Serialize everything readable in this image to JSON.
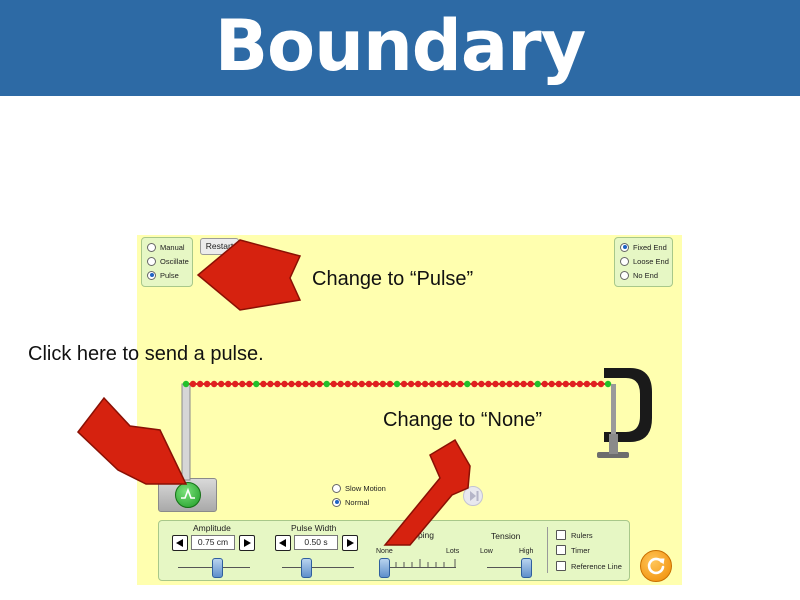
{
  "banner": {
    "title": "Boundary Conditions"
  },
  "sim": {
    "mode_options": [
      {
        "label": "Manual",
        "selected": false
      },
      {
        "label": "Oscillate",
        "selected": false
      },
      {
        "label": "Pulse",
        "selected": true
      }
    ],
    "restart_label": "Restart",
    "end_options": [
      {
        "label": "Fixed End",
        "selected": true
      },
      {
        "label": "Loose End",
        "selected": false
      },
      {
        "label": "No End",
        "selected": false
      }
    ],
    "speed_options": [
      {
        "label": "Slow Motion",
        "selected": false
      },
      {
        "label": "Normal",
        "selected": true
      }
    ],
    "controls": {
      "amplitude": {
        "label": "Amplitude",
        "value": "0.75 cm"
      },
      "pulse_width": {
        "label": "Pulse Width",
        "value": "0.50 s"
      },
      "damping": {
        "label": "Damping",
        "min_label": "None",
        "max_label": "Lots"
      },
      "tension": {
        "label": "Tension",
        "min_label": "Low",
        "max_label": "High"
      },
      "tools": [
        "Rulers",
        "Timer",
        "Reference Line"
      ]
    },
    "colors": {
      "background": "#ffffaf",
      "panel": "#e6f7c4",
      "bead_red": "#e02020",
      "bead_green": "#22c02a",
      "arrow": "#d6220f",
      "banner": "#2d6aa5"
    }
  },
  "callouts": {
    "pulse_mode": "Change to “Pulse”",
    "send_pulse": "Click here to send a pulse.",
    "damping_none": "Change to “None”"
  },
  "icons": {
    "pulse_button": "pulse-wave-icon",
    "reset_button": "reset-arrow-icon",
    "play": "play-icon",
    "step": "step-icon",
    "clamp": "c-clamp-icon"
  }
}
